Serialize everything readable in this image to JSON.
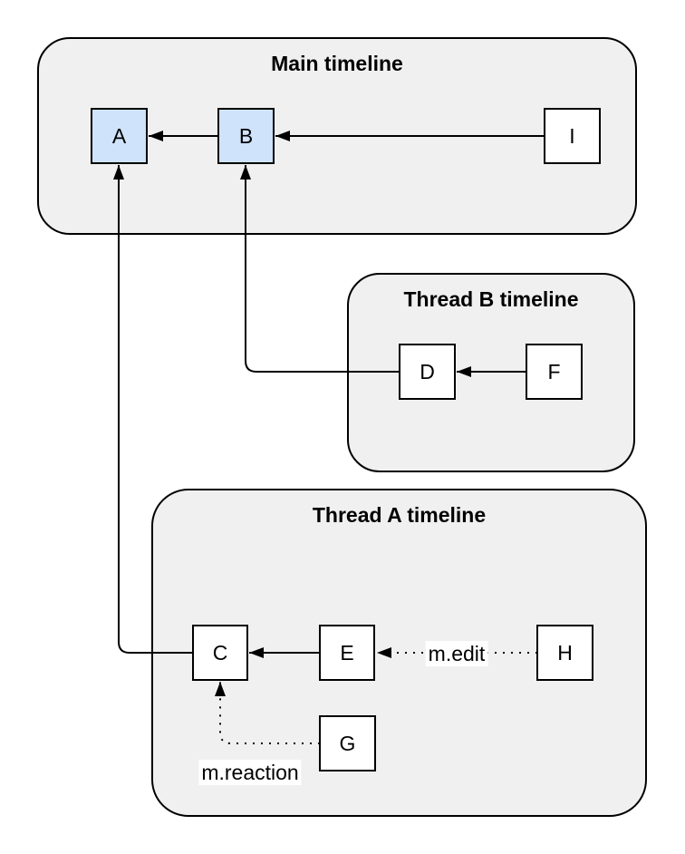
{
  "diagram": {
    "containers": [
      {
        "id": "main",
        "title": "Main timeline"
      },
      {
        "id": "thread-b",
        "title": "Thread B timeline"
      },
      {
        "id": "thread-a",
        "title": "Thread A timeline"
      }
    ],
    "nodes": [
      {
        "id": "A",
        "label": "A",
        "timeline": "main",
        "highlighted": true
      },
      {
        "id": "B",
        "label": "B",
        "timeline": "main",
        "highlighted": true
      },
      {
        "id": "I",
        "label": "I",
        "timeline": "main",
        "highlighted": false
      },
      {
        "id": "D",
        "label": "D",
        "timeline": "thread-b",
        "highlighted": false
      },
      {
        "id": "F",
        "label": "F",
        "timeline": "thread-b",
        "highlighted": false
      },
      {
        "id": "C",
        "label": "C",
        "timeline": "thread-a",
        "highlighted": false
      },
      {
        "id": "E",
        "label": "E",
        "timeline": "thread-a",
        "highlighted": false
      },
      {
        "id": "H",
        "label": "H",
        "timeline": "thread-a",
        "highlighted": false
      },
      {
        "id": "G",
        "label": "G",
        "timeline": "thread-a",
        "highlighted": false
      }
    ],
    "edges": [
      {
        "from": "B",
        "to": "A",
        "style": "solid",
        "label": ""
      },
      {
        "from": "I",
        "to": "B",
        "style": "solid",
        "label": ""
      },
      {
        "from": "F",
        "to": "D",
        "style": "solid",
        "label": ""
      },
      {
        "from": "D",
        "to": "B",
        "style": "solid",
        "label": ""
      },
      {
        "from": "E",
        "to": "C",
        "style": "solid",
        "label": ""
      },
      {
        "from": "C",
        "to": "A",
        "style": "solid",
        "label": ""
      },
      {
        "from": "H",
        "to": "E",
        "style": "dotted",
        "label": "m.edit"
      },
      {
        "from": "G",
        "to": "C",
        "style": "dotted",
        "label": "m.reaction"
      }
    ],
    "colors": {
      "container_fill": "#f0f0f0",
      "container_stroke": "#000000",
      "node_fill": "#ffffff",
      "node_fill_highlight": "#cfe3fa",
      "node_stroke": "#000000",
      "arrow": "#000000",
      "label_bg": "#ffffff"
    }
  }
}
